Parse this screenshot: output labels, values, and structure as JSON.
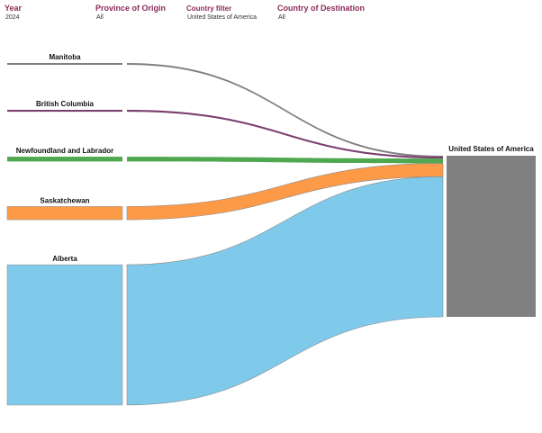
{
  "filters": {
    "year": {
      "label": "Year",
      "value": "2024"
    },
    "origin": {
      "label": "Province of Origin",
      "value": "All"
    },
    "country": {
      "label": "Country filter",
      "value": "United States of America"
    },
    "destination": {
      "label": "Country of Destination",
      "value": "All"
    }
  },
  "chart_data": {
    "type": "sankey",
    "title": "",
    "sources": [
      {
        "name": "Manitoba",
        "value": 1,
        "color": "#808080"
      },
      {
        "name": "British Columbia",
        "value": 2,
        "color": "#7b3f6e"
      },
      {
        "name": "Newfoundland and Labrador",
        "value": 5,
        "color": "#4fa84f"
      },
      {
        "name": "Saskatchewan",
        "value": 14,
        "color": "#fd9a47"
      },
      {
        "name": "Alberta",
        "value": 148,
        "color": "#7fc9ea"
      }
    ],
    "target": {
      "name": "United States of America",
      "value": 170,
      "color": "#808080"
    },
    "links": [
      {
        "source": "Manitoba",
        "target": "United States of America",
        "value": 1
      },
      {
        "source": "British Columbia",
        "target": "United States of America",
        "value": 2
      },
      {
        "source": "Newfoundland and Labrador",
        "target": "United States of America",
        "value": 5
      },
      {
        "source": "Saskatchewan",
        "target": "United States of America",
        "value": 14
      },
      {
        "source": "Alberta",
        "target": "United States of America",
        "value": 148
      }
    ]
  }
}
